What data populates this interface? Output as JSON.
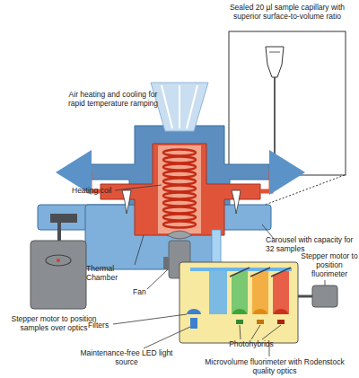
{
  "diagram": {
    "labels": [
      "Sealed 20 µl sample capillary with superior surface-to-volume ratio",
      "Air heating and cooling for rapid temperature ramping",
      "Heating coil",
      "Carousel with capacity for 32 samples",
      "Thermal Chamber",
      "Stepper motor to position samples over optics",
      "Fan",
      "Stepper motor to position fluorimeter",
      "Filters",
      "Photohybrids",
      "Maintenance-free LED light source",
      "Microvolume fluorimeter with Rodenstock quality optics"
    ]
  }
}
